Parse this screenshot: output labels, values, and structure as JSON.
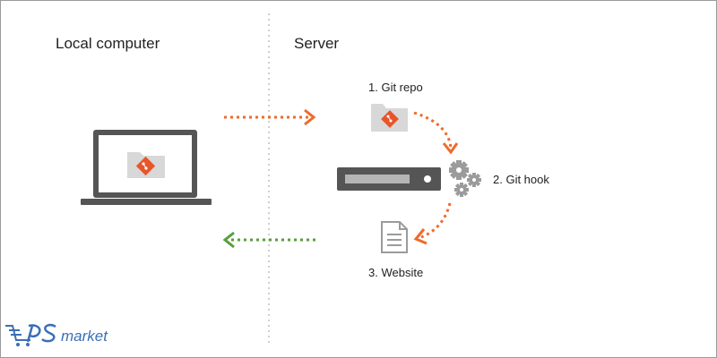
{
  "sections": {
    "local_title": "Local computer",
    "server_title": "Server"
  },
  "steps": {
    "git_repo": "1. Git repo",
    "git_hook": "2. Git hook",
    "website": "3. Website"
  },
  "watermark": {
    "brand": "market"
  },
  "colors": {
    "push_arrow": "#ef6a2a",
    "pull_arrow": "#5a9e3e",
    "git_logo": "#e8552a",
    "device": "#555555",
    "folder": "#d8d8d8",
    "gear": "#9b9b9b",
    "divider": "#cfcfcf",
    "watermark": "#3a6fb6"
  },
  "icons": [
    "laptop-icon",
    "folder-git-icon",
    "server-icon",
    "gears-icon",
    "document-icon"
  ]
}
